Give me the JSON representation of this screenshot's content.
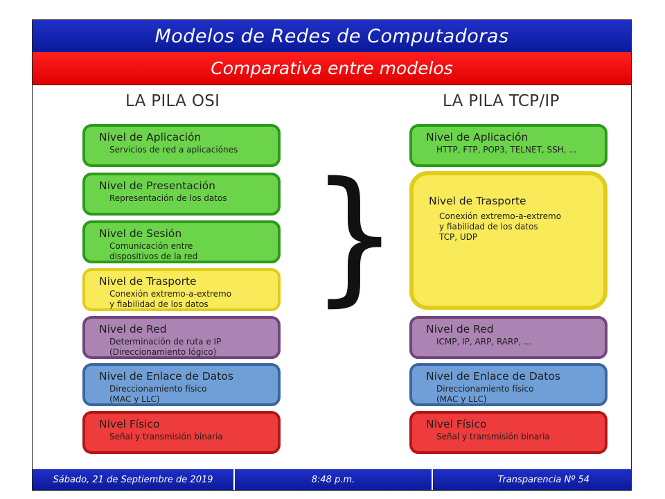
{
  "header": {
    "title": "Modelos de Redes de Computadoras",
    "subtitle": "Comparativa entre modelos"
  },
  "osi": {
    "title": "LA PILA OSI",
    "layers": [
      {
        "name": "Nivel de Aplicación",
        "desc": "Servicios de red a aplicaciónes",
        "color": "#6cd44a"
      },
      {
        "name": "Nivel de Presentación",
        "desc": "Representación de los datos",
        "color": "#6cd44a"
      },
      {
        "name": "Nivel de Sesión",
        "desc": "Comunicación entre\ndispositivos de la red",
        "color": "#6cd44a"
      },
      {
        "name": "Nivel de Trasporte",
        "desc": "Conexión extremo-a-extremo\ny fiabilidad de los datos",
        "color": "#f8ea58"
      },
      {
        "name": "Nivel de Red",
        "desc": "Determinación de ruta e IP\n(Direccionamiento lógico)",
        "color": "#ab84b3"
      },
      {
        "name": "Nivel de Enlace de Datos",
        "desc": "Direccionamiento físico\n(MAC y LLC)",
        "color": "#6f9fd6"
      },
      {
        "name": "Nivel Físico",
        "desc": "Señal y transmisión binaria",
        "color": "#ee3b3b"
      }
    ]
  },
  "brace_glyph": "}",
  "tcpip": {
    "title": "LA PILA TCP/IP",
    "layers": [
      {
        "name": "Nivel de Aplicación",
        "desc": "HTTP, FTP, POP3, TELNET, SSH, ...",
        "color": "#6cd44a"
      },
      {
        "name": "Nivel de Trasporte",
        "desc": "Conexión extremo-a-extremo\ny fiabilidad de los datos\nTCP, UDP",
        "color": "#f8ea58"
      },
      {
        "name": "Nivel de Red",
        "desc": "ICMP, IP, ARP, RARP, ...",
        "color": "#ab84b3"
      },
      {
        "name": "Nivel de Enlace de Datos",
        "desc": "Direccionamiento físico\n(MAC y LLC)",
        "color": "#6f9fd6"
      },
      {
        "name": "Nivel Físico",
        "desc": "Señal y transmisión binaria",
        "color": "#ee3b3b"
      }
    ]
  },
  "footer": {
    "date": "Sábado, 21 de Septiembre de 2019",
    "time": "8:48 p.m.",
    "slide": "Transparencia Nº 54"
  }
}
